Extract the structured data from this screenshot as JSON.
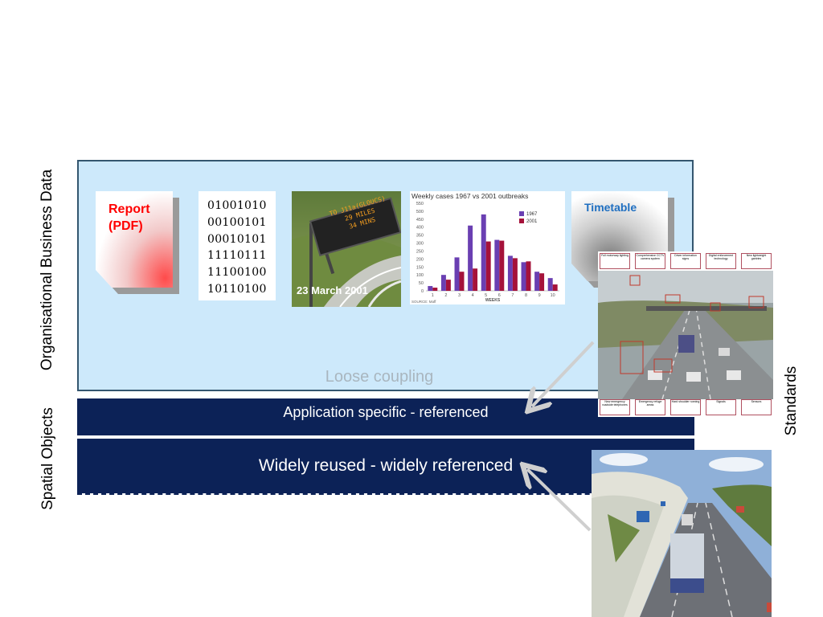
{
  "labels": {
    "organisational": "Organisational Business Data",
    "spatial": "Spatial Objects",
    "standards": "Standards",
    "loose_coupling": "Loose coupling"
  },
  "report": {
    "line1": "Report",
    "line2": "(PDF)"
  },
  "binary": [
    "01001010",
    "00100101",
    "00010101",
    "11110111",
    "11100100",
    "10110100"
  ],
  "sign_photo": {
    "sign_lines": [
      "TO J11a(GLOUCS)",
      "29 MILES",
      "34 MINS"
    ],
    "date": "23 March 2001"
  },
  "timetable": {
    "label": "Timetable"
  },
  "bands": {
    "app_specific": "Application specific - referenced",
    "widely_reused": "Widely reused - widely referenced"
  },
  "motorway_diagram": {
    "top_callouts": [
      "Full motorway lighting",
      "Comprehensive CCTV camera system",
      "Driver information signs",
      "Digital enforcement technology",
      "New lightweight gantries"
    ],
    "bottom_callouts": [
      "New emergency roadside telephones",
      "Emergency refuge areas",
      "Hard shoulder running",
      "Signals",
      "Sensors"
    ]
  },
  "colors": {
    "band": "#0c2257",
    "business_fill": "#cde9fb",
    "business_border": "#34566f",
    "report_red": "#ff0000",
    "timetable_blue": "#1f6fc1",
    "series_1967": "#6a3fb2",
    "series_2001": "#a5123a"
  },
  "chart_data": {
    "type": "bar",
    "title": "Weekly cases 1967 vs 2001 outbreaks",
    "xlabel": "WEEKS",
    "ylabel": "",
    "source": "SOURCE: Maff",
    "categories": [
      "1",
      "2",
      "3",
      "4",
      "5",
      "6",
      "7",
      "8",
      "9",
      "10"
    ],
    "yticks": [
      0,
      50,
      100,
      150,
      200,
      250,
      300,
      350,
      400,
      450,
      500,
      550
    ],
    "ylim": [
      0,
      550
    ],
    "series": [
      {
        "name": "1967",
        "color": "#6a3fb2",
        "values": [
          30,
          100,
          210,
          410,
          480,
          320,
          220,
          180,
          120,
          80
        ]
      },
      {
        "name": "2001",
        "color": "#a5123a",
        "values": [
          20,
          70,
          120,
          140,
          310,
          315,
          205,
          185,
          110,
          40
        ]
      }
    ],
    "legend": "top-right",
    "grid": false
  }
}
